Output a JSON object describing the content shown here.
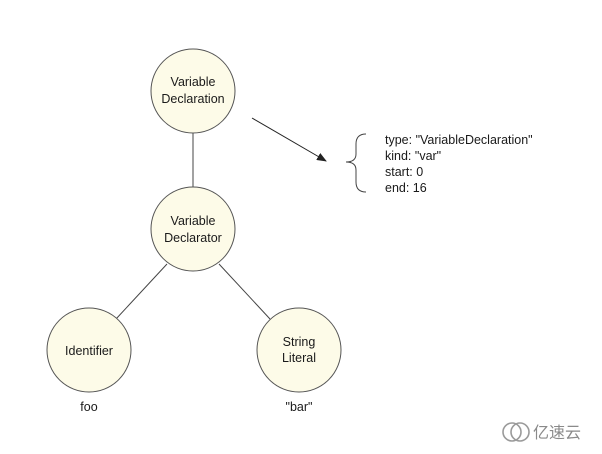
{
  "nodes": {
    "root": {
      "line1": "Variable",
      "line2": "Declaration"
    },
    "declarator": {
      "line1": "Variable",
      "line2": "Declarator"
    },
    "identifier": {
      "line1": "Identifier"
    },
    "literal": {
      "line1": "String",
      "line2": "Literal"
    }
  },
  "leaf_values": {
    "identifier": "foo",
    "literal": "\"bar\""
  },
  "properties": [
    "type: \"VariableDeclaration\"",
    "kind: \"var\"",
    "start: 0",
    "end: 16"
  ],
  "watermark": {
    "text": "亿速云"
  },
  "colors": {
    "node_fill": "#fdfbe8",
    "node_stroke": "#555555",
    "edge": "#444444",
    "watermark": "#8a8a8a"
  }
}
